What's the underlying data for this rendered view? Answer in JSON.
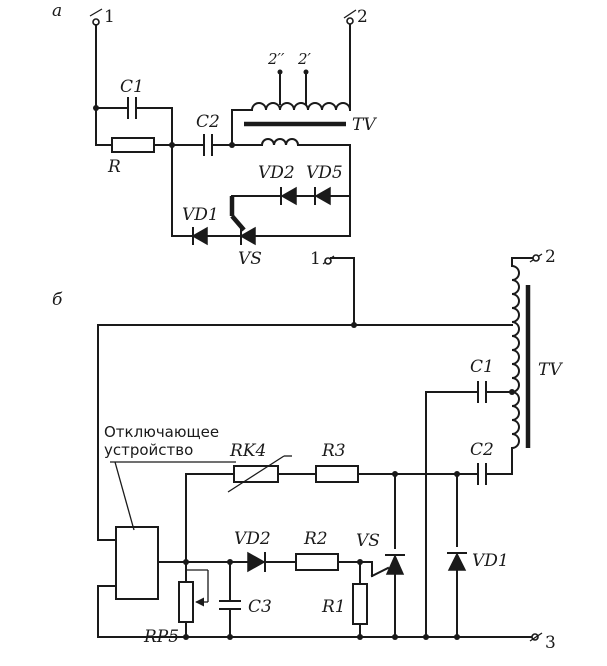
{
  "panels": {
    "a": "а",
    "b": "б"
  },
  "terminals": {
    "t1": "1",
    "t2": "2",
    "t3": "3",
    "tap_a": "2′′",
    "tap_b": "2′"
  },
  "components_a": {
    "c1": "C1",
    "c2": "C2",
    "r": "R",
    "tv": "TV",
    "vd1": "VD1",
    "vd2": "VD2",
    "vd5": "VD5",
    "vs": "VS"
  },
  "components_b": {
    "c1": "C1",
    "c2": "C2",
    "c3": "C3",
    "tv": "TV",
    "rk4": "RK4",
    "r1": "R1",
    "r2": "R2",
    "r3": "R3",
    "rp5": "RP5",
    "vd1": "VD1",
    "vd2": "VD2",
    "vs": "VS"
  },
  "note": {
    "line1": "Отключающее",
    "line2": "устройство"
  }
}
